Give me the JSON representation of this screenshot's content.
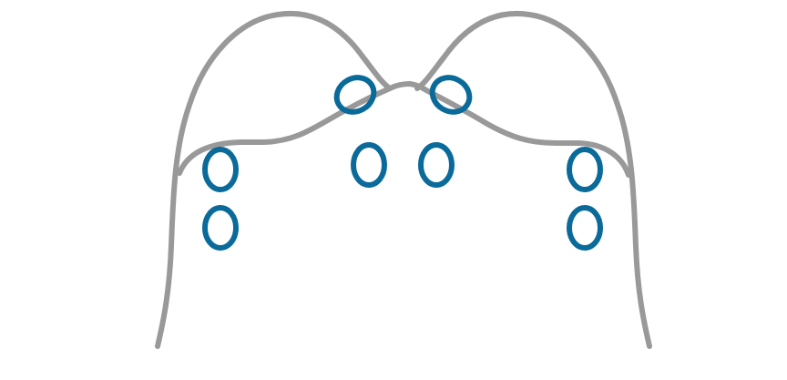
{
  "diagram": {
    "colors": {
      "background": "#ffffff",
      "outline": "#999999",
      "markers": "#0a6a9a"
    },
    "markers": [
      {
        "id": "marker-left-upper"
      },
      {
        "id": "marker-left-lower"
      },
      {
        "id": "marker-center-left-top"
      },
      {
        "id": "marker-center-left-middle"
      },
      {
        "id": "marker-center-right-top"
      },
      {
        "id": "marker-center-right-middle"
      },
      {
        "id": "marker-right-upper"
      },
      {
        "id": "marker-right-lower"
      }
    ]
  }
}
